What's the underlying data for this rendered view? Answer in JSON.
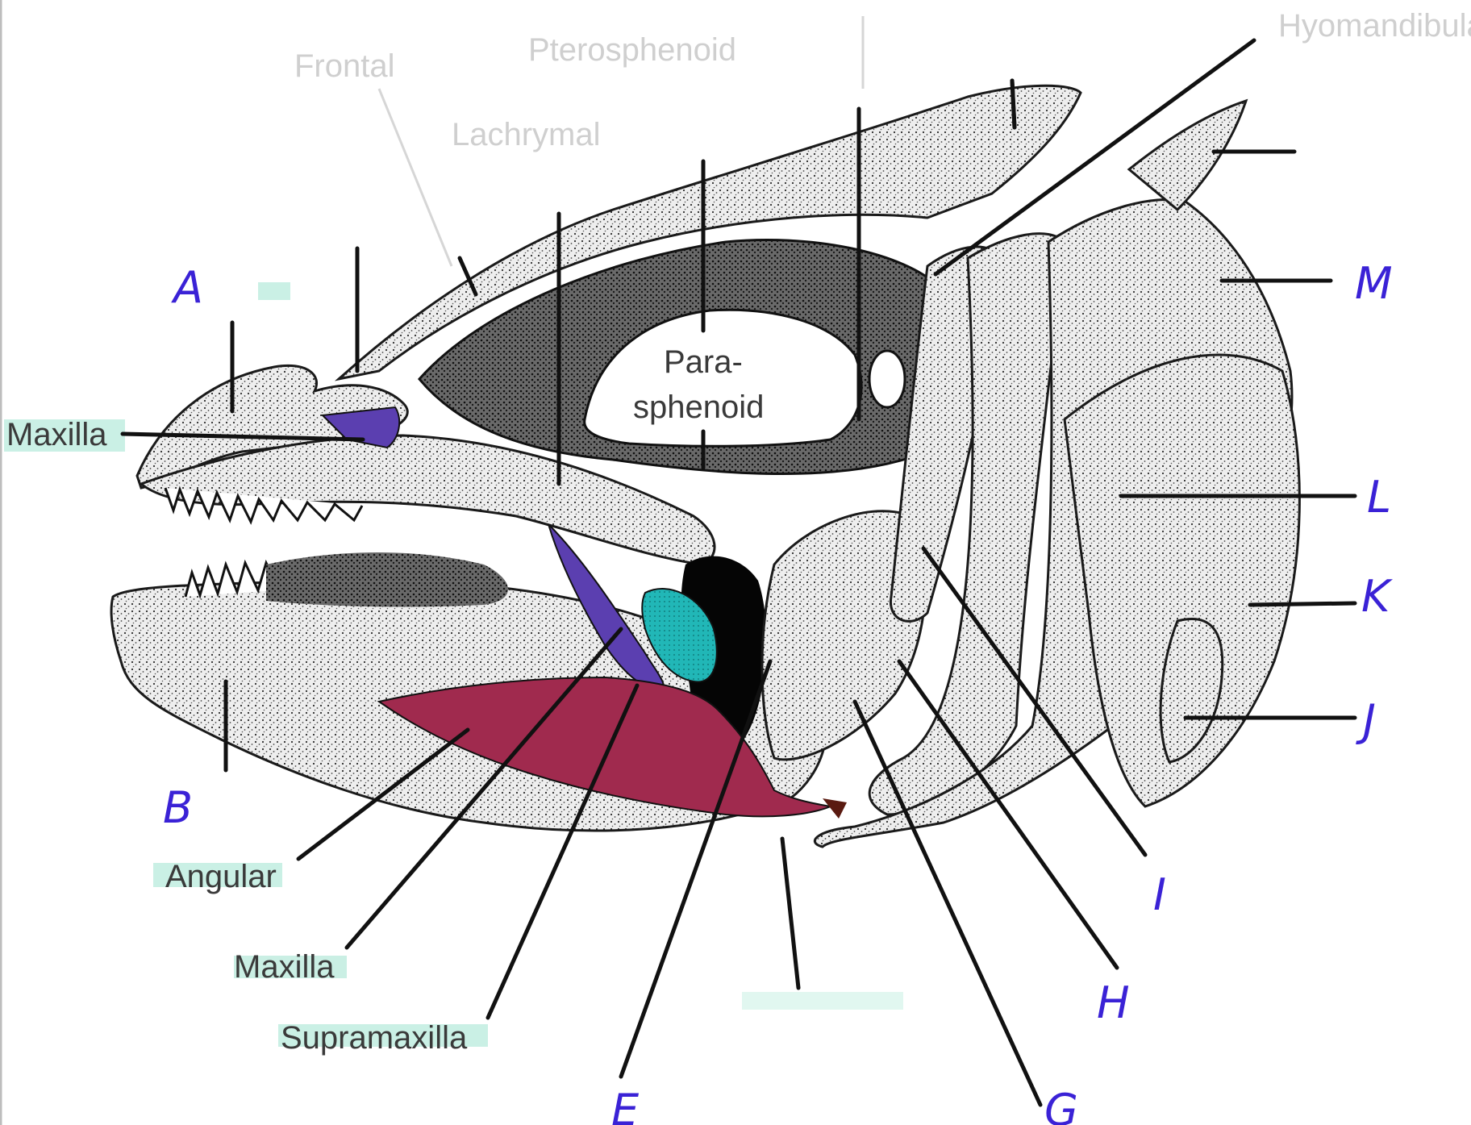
{
  "diagram": {
    "printed_labels": {
      "maxilla_top": "Maxilla",
      "parasphenoid_line1": "Para-",
      "parasphenoid_line2": "sphenoid",
      "angular": "Angular",
      "maxilla_bottom": "Maxilla",
      "supramaxilla": "Supramaxilla"
    },
    "faded_labels": {
      "frontal": "Frontal",
      "pterosphenoid": "Pterosphenoid",
      "lachrymal": "Lachrymal",
      "hyomandibula": "Hyomandibula"
    },
    "handwritten_letters": {
      "a": "A",
      "b": "B",
      "e": "E",
      "g": "G",
      "h": "H",
      "i": "I",
      "j": "J",
      "k": "K",
      "l": "L",
      "m": "M"
    },
    "colors": {
      "highlight_teal": "#9fe3cf",
      "purple": "#5b3fb0",
      "teal_bone": "#1fb3b3",
      "maroon": "#a02a4e",
      "handwriting_blue": "#3a22d6",
      "stipple": "#1a1a1a"
    }
  }
}
